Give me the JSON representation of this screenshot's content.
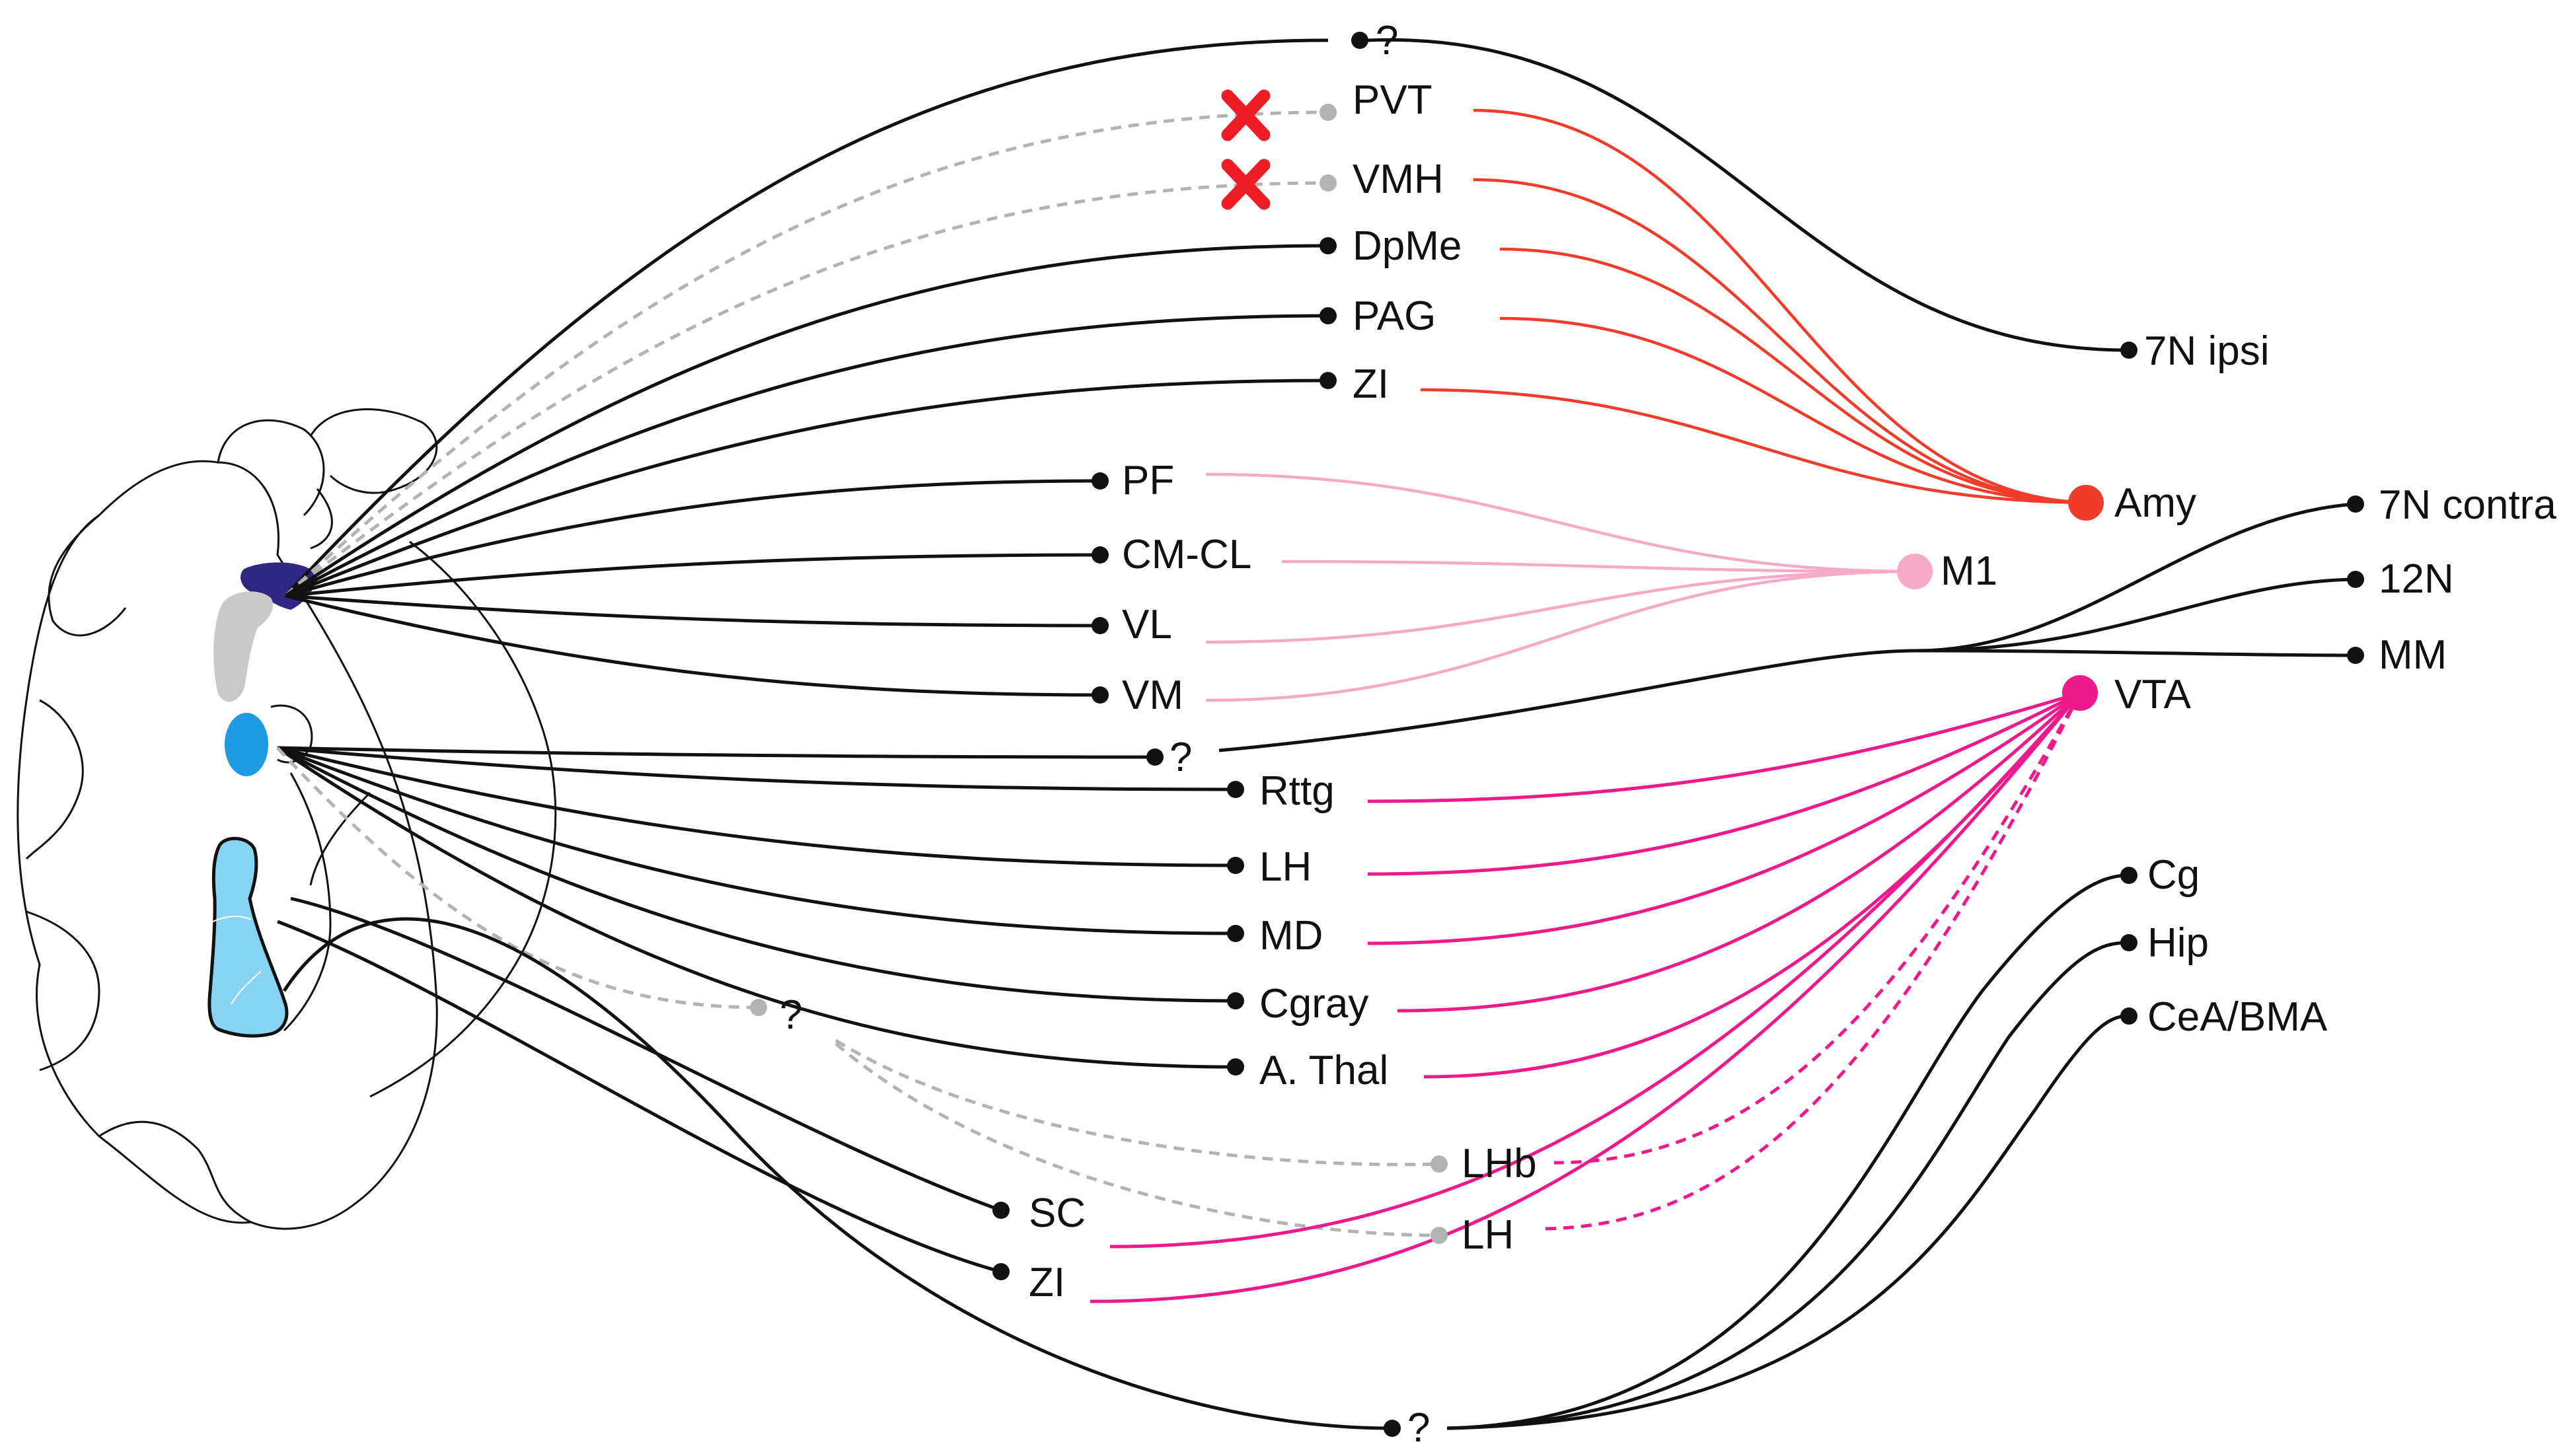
{
  "colors": {
    "black": "#111111",
    "gray": "#b3b3b3",
    "red": "#f03c2a",
    "pink": "#f7aac8",
    "magenta": "#ee1a8c",
    "navy": "#2e2680",
    "light_gray_region": "#c9c9c9",
    "blue": "#1e9be3",
    "light_blue": "#86d3f2",
    "cross": "#ee1c24"
  },
  "labels": {
    "q_top": "?",
    "pvt": "PVT",
    "vmh": "VMH",
    "dpme": "DpMe",
    "pag": "PAG",
    "zi_top": "ZI",
    "pf": "PF",
    "cmcl": "CM-CL",
    "vl": "VL",
    "vm": "VM",
    "q_mid": "?",
    "rttg": "Rttg",
    "lh_mid": "LH",
    "md": "MD",
    "cgray": "Cgray",
    "athal": "A. Thal",
    "q_gray": "?",
    "lhb": "LHb",
    "lh_low": "LH",
    "sc": "SC",
    "zi_low": "ZI",
    "q_bottom": "?",
    "n7ipsi": "7N ipsi",
    "amy": "Amy",
    "m1": "M1",
    "vta": "VTA",
    "n7contra": "7N contra",
    "n12": "12N",
    "mm": "MM",
    "cg": "Cg",
    "hip": "Hip",
    "ceabma": "CeA/BMA"
  }
}
